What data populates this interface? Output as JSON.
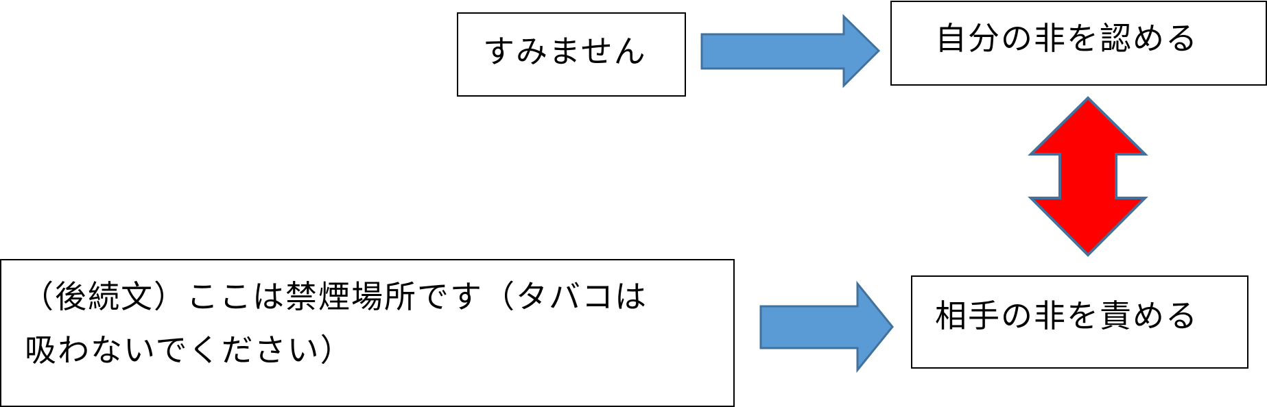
{
  "colors": {
    "box_border": "#000000",
    "box_fill": "#ffffff",
    "blue_arrow_fill": "#5b9bd5",
    "blue_arrow_stroke": "#41719c",
    "red_arrow_fill": "#ff0000",
    "red_arrow_stroke": "#41719c"
  },
  "nodes": {
    "apology": {
      "text": "すみません"
    },
    "admit_fault": {
      "text": "自分の非を認める"
    },
    "blame_other": {
      "text": "相手の非を責める"
    },
    "follow_up": {
      "line1": "（後続文）ここは禁煙場所です（タバコは",
      "line2": "吸わないでください）"
    }
  },
  "edges": [
    {
      "from": "apology",
      "to": "admit_fault",
      "style": "block-arrow",
      "color": "blue"
    },
    {
      "from": "follow_up",
      "to": "blame_other",
      "style": "block-arrow",
      "color": "blue"
    },
    {
      "from": "admit_fault",
      "to": "blame_other",
      "style": "double-block-arrow",
      "color": "red"
    }
  ]
}
